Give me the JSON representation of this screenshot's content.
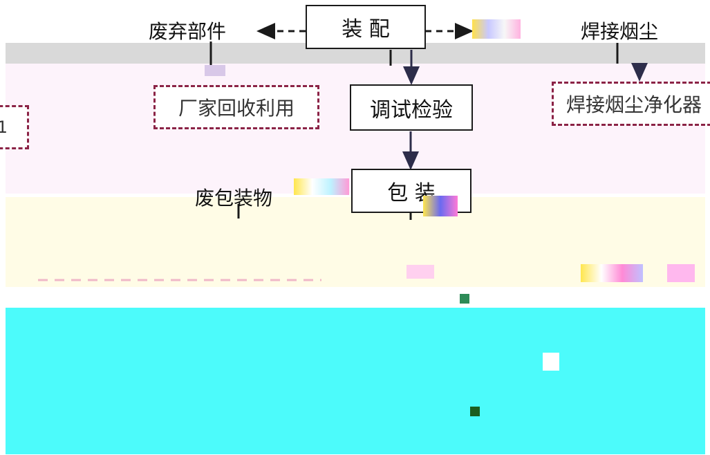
{
  "diagram": {
    "nodes": {
      "assembly": "装 配",
      "debug_inspect": "调试检验",
      "packaging": "包   装"
    },
    "outputs": {
      "waste_parts": "废弃部件",
      "welding_fume": "焊接烟尘",
      "waste_packaging": "废包装物"
    },
    "treatments": {
      "manufacturer_recycle": "厂家回收利用",
      "fume_purifier": "焊接烟尘净化器",
      "left_partial": "1"
    }
  },
  "colors": {
    "dashed_border": "#8b2346",
    "gray_band": "#d9d9d9",
    "pink_band": "#fdf3fb",
    "yellow_band": "#fffce6",
    "cyan_band": "#4cfbfb"
  }
}
